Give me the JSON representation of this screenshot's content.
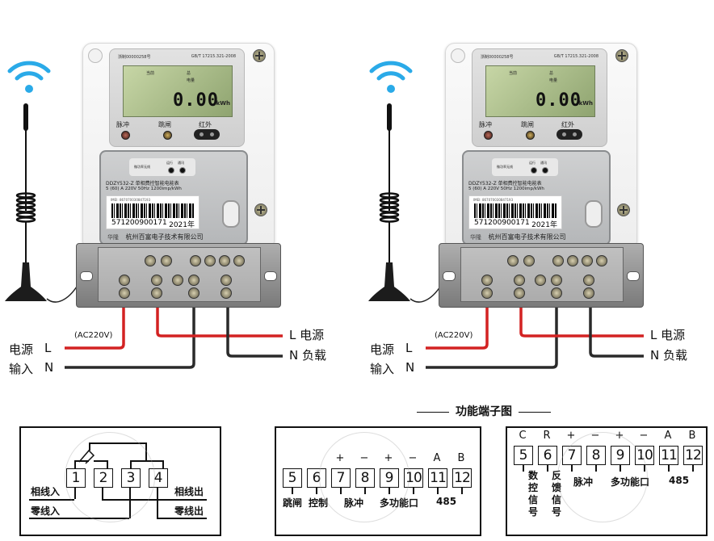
{
  "meters": [
    {
      "id": "left",
      "std_text": "GB/T 17215.321-2008",
      "cert_text": "浙制00000258号",
      "lcd": {
        "label_prev": "当前",
        "label_total": "总",
        "label_energy": "电量",
        "reading": "0.00",
        "unit": "kWh"
      },
      "indicators": {
        "pulse": "脉冲",
        "trip": "跳闸",
        "ir": "红外"
      },
      "module": {
        "name": "微功率无线",
        "run": "运行",
        "comm": "通讯"
      },
      "model": "DDZY532-Z 单相费控智能电能表",
      "spec": "5 (60) A 220V 50Hz 1200imp/kWh",
      "imei": "IMEI: 867070030847193",
      "serial": "571200900171",
      "year": "2021年",
      "brand_logo": "华隆",
      "manufacturer": "杭州百富电子技术有限公司"
    },
    {
      "id": "right",
      "std_text": "GB/T 17215.321-2008",
      "cert_text": "浙制00000258号",
      "lcd": {
        "label_prev": "当前",
        "label_total": "总",
        "label_energy": "电量",
        "reading": "0.00",
        "unit": "kWh"
      },
      "indicators": {
        "pulse": "脉冲",
        "trip": "跳闸",
        "ir": "红外"
      },
      "module": {
        "name": "微功率无线",
        "run": "运行",
        "comm": "通讯"
      },
      "model": "DDZY532-Z 单相费控智能电能表",
      "spec": "5 (60) A 220V 50Hz 1200imp/kWh",
      "imei": "IMEI: 867070030847193",
      "serial": "571200900171",
      "year": "2021年",
      "brand_logo": "华隆",
      "manufacturer": "杭州百富电子技术有限公司"
    }
  ],
  "wiring": {
    "voltage": "(AC220V)",
    "input_line1": "电源",
    "input_line2": "输入",
    "input_L": "L",
    "input_N": "N",
    "out_L": "L 电源",
    "out_N": "N 负载",
    "colors": {
      "live": "#d32222",
      "neutral": "#2a2a2a",
      "wifi": "#2aaae8"
    }
  },
  "terminal_title": "功能端子图",
  "diagram_main": {
    "terminals": [
      "1",
      "2",
      "3",
      "4"
    ],
    "phase_in": "相线入",
    "neutral_in": "零线入",
    "phase_out": "相线出",
    "neutral_out": "零线出"
  },
  "diagram_aux1": {
    "terminals": [
      "5",
      "6",
      "7",
      "8",
      "9",
      "10",
      "11",
      "12"
    ],
    "signs": [
      "",
      "",
      "+",
      "−",
      "+",
      "−",
      "A",
      "B"
    ],
    "labels": {
      "trip": "跳闸",
      "control": "控制",
      "pulse": "脉冲",
      "multi": "多功能口",
      "rs485": "485"
    }
  },
  "diagram_aux2": {
    "terminals": [
      "5",
      "6",
      "7",
      "8",
      "9",
      "10",
      "11",
      "12"
    ],
    "signs": [
      "C",
      "R",
      "+",
      "−",
      "+",
      "−",
      "A",
      "B"
    ],
    "labels": {
      "numeric": "数控信号",
      "feedback": "反馈信号",
      "pulse": "脉冲",
      "multi": "多功能口",
      "rs485": "485"
    }
  }
}
